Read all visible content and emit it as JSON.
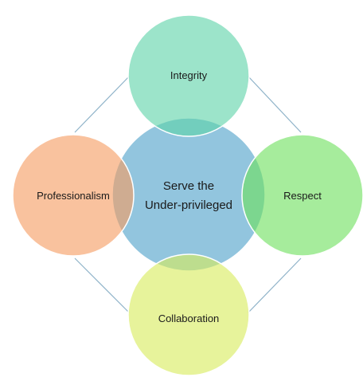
{
  "diagram": {
    "center": {
      "line1": "Serve the",
      "line2": "Under-privileged",
      "color": "#92c5de"
    },
    "nodes": [
      {
        "id": "top",
        "label": "Integrity",
        "color": "#8ee0c4"
      },
      {
        "id": "left",
        "label": "Professionalism",
        "color": "#f7b48a"
      },
      {
        "id": "right",
        "label": "Respect",
        "color": "#95e88a"
      },
      {
        "id": "bottom",
        "label": "Collaboration",
        "color": "#e0ee8a"
      }
    ],
    "connector_color": "#8fb3c9"
  }
}
